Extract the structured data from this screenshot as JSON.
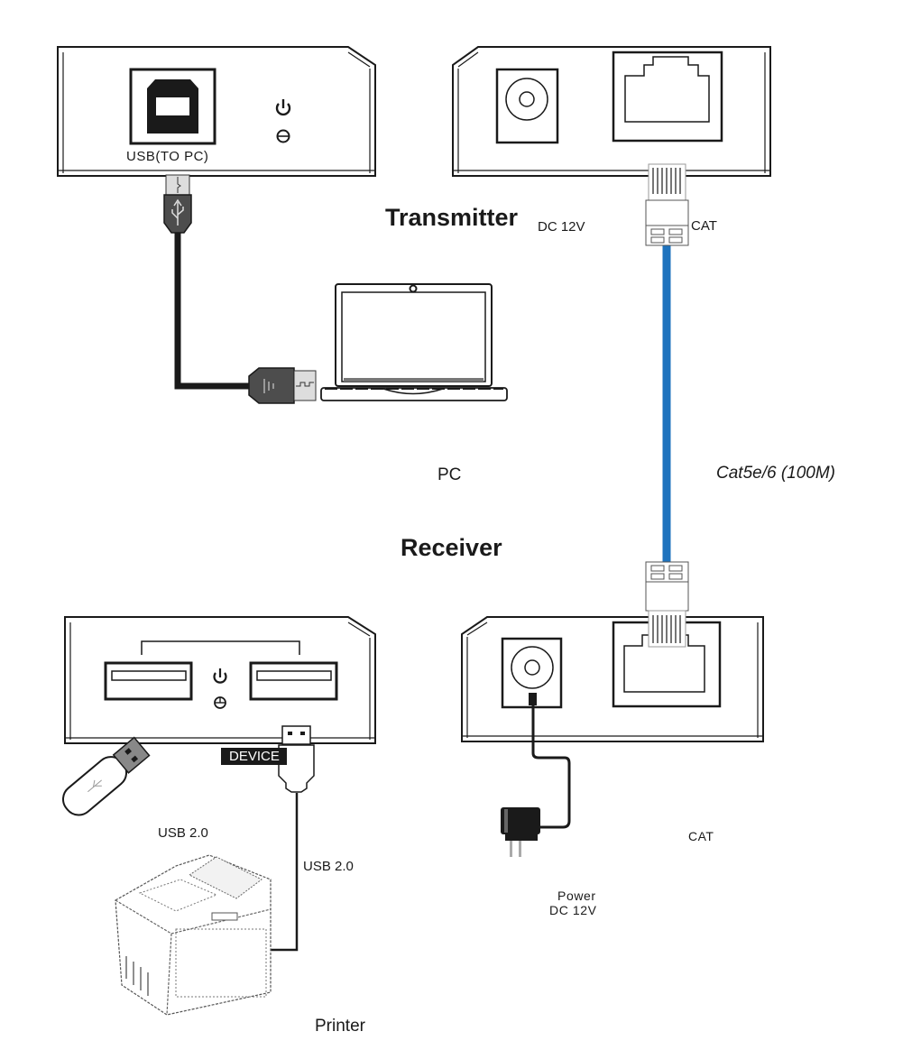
{
  "diagram": {
    "type": "usb-over-cat-extender-connection",
    "colors": {
      "cat_cable": "#1e73be",
      "outline": "#1a1a1a",
      "connector_gray": "#4d4d4d",
      "device_tag_bg": "#1a1a1a"
    },
    "transmitter": {
      "title": "Transmitter",
      "front_panel": {
        "port_label": "USB(TO PC)",
        "icons": [
          "power-icon",
          "usb-status-led-icon"
        ]
      },
      "rear_panel": {
        "dc_label": "DC  12V",
        "cat_label": "CAT"
      }
    },
    "pc": {
      "label": "PC"
    },
    "cable": {
      "label": "Cat5e/6 (100M)"
    },
    "receiver": {
      "title": "Receiver",
      "front_panel": {
        "device_tag": "DEVICE",
        "icons": [
          "power-icon",
          "usb-status-led-icon"
        ]
      },
      "rear_panel": {
        "cat_label": "CAT",
        "power_label_line1": "Power",
        "power_label_line2": "DC  12V"
      }
    },
    "printer": {
      "label": "Printer",
      "usb_label_top": "USB 2.0",
      "usb_label_cable": "USB 2.0"
    }
  }
}
